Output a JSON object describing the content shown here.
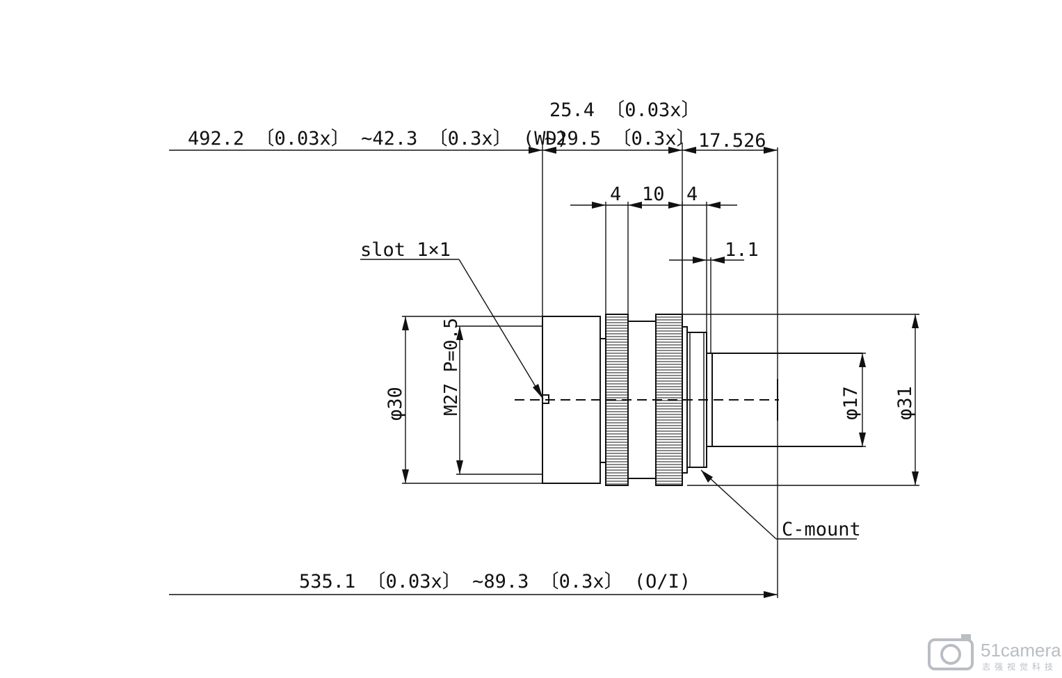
{
  "dimensions": {
    "wd": "492.2 〔0.03x〕 ∼42.3 〔0.3x〕 (WD)",
    "length_top": "25.4 〔0.03x〕",
    "length_bottom": "∼29.5 〔0.3x〕",
    "flange": "17.526",
    "ring1": "4",
    "gap": "10",
    "ring2": "4",
    "mount_step": "1.1",
    "dia30": "φ30",
    "thread": "M27 P=0.5",
    "dia17": "φ17",
    "dia31": "φ31",
    "oi": "535.1 〔0.03x〕 ∼89.3 〔0.3x〕 (O/I)"
  },
  "callouts": {
    "slot": "slot 1×1",
    "mount": "C-mount"
  },
  "watermark": {
    "brand": "51camera",
    "tagline": "志强视觉科技"
  }
}
